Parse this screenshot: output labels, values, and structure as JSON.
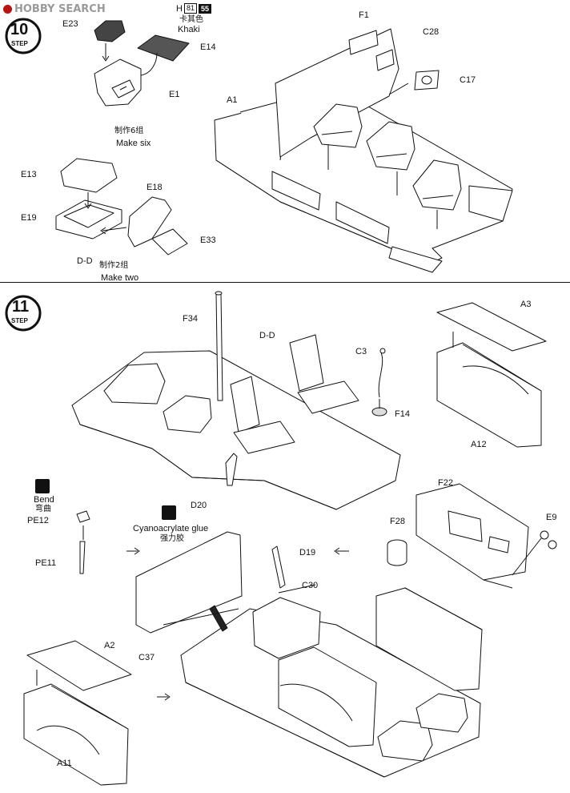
{
  "watermark": {
    "brand": "HOBBY SEARCH"
  },
  "paint_ref": {
    "letter": "H",
    "code1": "81",
    "code2": "55",
    "color_cn": "卡其色",
    "color_en": "Khaki"
  },
  "step10": {
    "badge_num": "10",
    "badge_word": "STEP",
    "parts": {
      "E23": "E23",
      "E14": "E14",
      "E1": "E1",
      "F1": "F1",
      "C28": "C28",
      "C17": "C17",
      "A1": "A1",
      "E13": "E13",
      "E18": "E18",
      "E19": "E19",
      "E33": "E33"
    },
    "make_six_cn": "制作6组",
    "make_six_en": "Make six",
    "dd_label": "D-D",
    "make_two_cn": "制作2组",
    "make_two_en": "Make two"
  },
  "step11": {
    "badge_num": "11",
    "badge_word": "STEP",
    "parts": {
      "F34": "F34",
      "DD": "D-D",
      "C3": "C3",
      "F14": "F14",
      "D20": "D20",
      "A3": "A3",
      "A12": "A12",
      "F22": "F22",
      "E9": "E9",
      "F28": "F28",
      "PE12": "PE12",
      "PE11": "PE11",
      "D19": "D19",
      "C30": "C30",
      "C37": "C37",
      "A2": "A2",
      "A11": "A11"
    },
    "bend_en": "Bend",
    "bend_cn": "弯曲",
    "glue_en": "Cyanoacrylate glue",
    "glue_cn": "强力胶"
  },
  "colors": {
    "ink": "#111111",
    "tint": "#e6e6e6",
    "khaki": "#555555"
  }
}
